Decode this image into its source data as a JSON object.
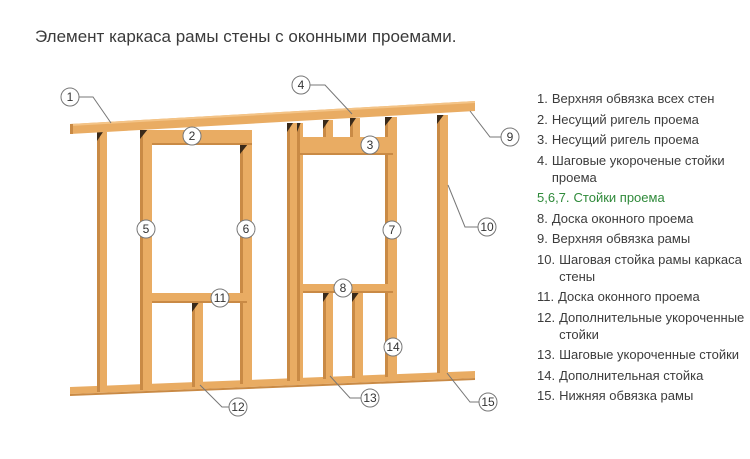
{
  "title": "Элемент каркаса рамы стены с оконными проемами.",
  "colors": {
    "wood": "#e9ac63",
    "wood_dark": "#c98a45",
    "green": "#2f8a3a",
    "text": "#3c3c3c"
  },
  "callouts": [
    "1",
    "2",
    "3",
    "4",
    "5",
    "6",
    "7",
    "8",
    "9",
    "10",
    "11",
    "12",
    "13",
    "14",
    "15"
  ],
  "legend": [
    {
      "num": "1.",
      "text": "Верхняя обвязка всех стен"
    },
    {
      "num": "2.",
      "text": "Несущий ригель проема"
    },
    {
      "num": "3.",
      "text": "Несущий ригель проема"
    },
    {
      "num": "4.",
      "text": "Шаговые укороченые стойки проема"
    },
    {
      "num": "5,6,7.",
      "text": "Стойки проема"
    },
    {
      "num": "8.",
      "text": "Доска оконного проема"
    },
    {
      "num": "9.",
      "text": "Верхняя обвязка рамы"
    },
    {
      "num": "10.",
      "text": "Шаговая стойка рамы каркаса стены"
    },
    {
      "num": "11.",
      "text": "Доска оконного проема"
    },
    {
      "num": "12.",
      "text": "Дополнительные укороченные стойки"
    },
    {
      "num": "13.",
      "text": "Шаговые укороченные стойки"
    },
    {
      "num": "14.",
      "text": "Дополнительная стойка"
    },
    {
      "num": "15.",
      "text": "Нижняя обвязка рамы"
    }
  ]
}
